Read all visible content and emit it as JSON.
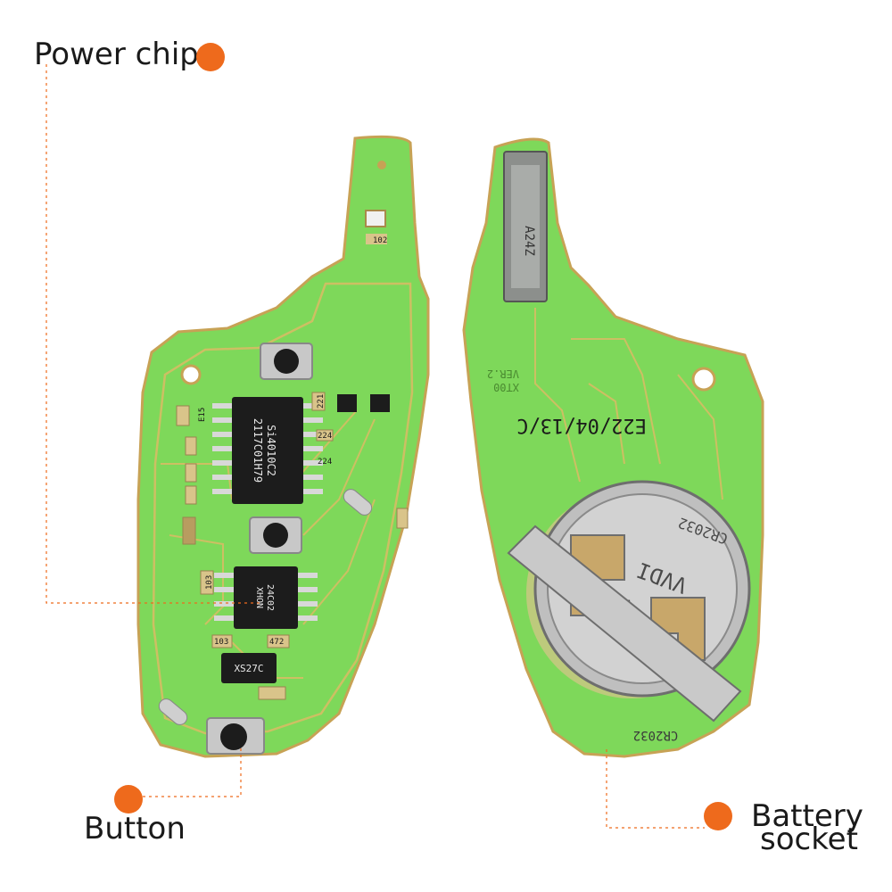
{
  "callouts": {
    "power_chip": "Power chip",
    "button": "Button",
    "battery_socket_line1": "Battery",
    "battery_socket_line2": "socket"
  },
  "board_left": {
    "chip_main_line1": "Si4010C2",
    "chip_main_line2": "2117C01H79",
    "chip_small_line1": "24C02",
    "chip_small_line2": "XHON",
    "chip_xs": "XS27C",
    "res_top": "102",
    "res_221": "221",
    "res_e15": "E15",
    "res_224a": "224",
    "res_224b": "224",
    "res_103a": "103",
    "res_472": "472",
    "res_103b": "103"
  },
  "board_right": {
    "slot_label": "A24Z",
    "date_code": "E22/04/13/C",
    "version": "VER.2",
    "model": "XT00",
    "battery_type": "CR2032",
    "brand": "VVDI",
    "battery_edge": "CR2032"
  },
  "colors": {
    "accent_dot": "#ee6a1c",
    "pcb_green": "#7ed85a",
    "trace_yellow": "#c9c96a",
    "chip_black": "#1c1c1c"
  }
}
